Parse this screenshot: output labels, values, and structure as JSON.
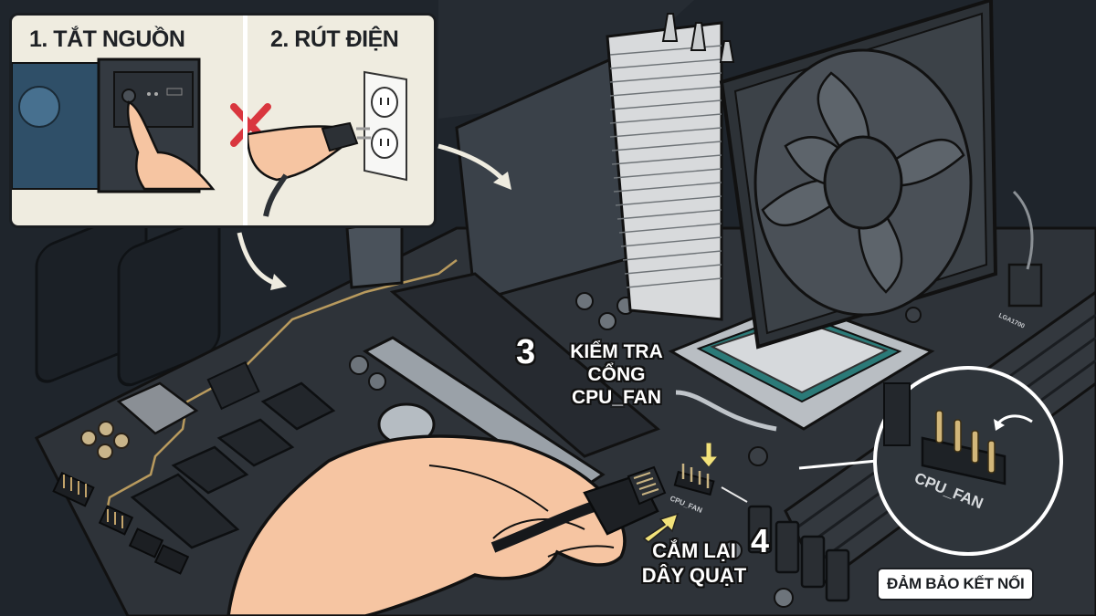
{
  "illustration": {
    "subject": "CPU fan reconnection guide",
    "colors": {
      "background": "#1f252c",
      "board": "#2e3339",
      "panel_bg": "#efece0",
      "skin": "#f6c5a2",
      "gold_trace": "#b89a5e",
      "highlight_arrow": "#f2e27a",
      "red_x": "#d9363e",
      "socket_teal": "#2b7a78"
    }
  },
  "steps_panel": {
    "step1": {
      "title": "1. TẮT NGUỒN",
      "icon": "power-button-press-icon"
    },
    "step2": {
      "title": "2. RÚT ĐIỆN",
      "icon": "unplug-power-cord-icon"
    },
    "separator_icon": "red-x-icon"
  },
  "callouts": {
    "step3": {
      "number": "3",
      "lines": [
        "KIỂM TRA",
        "CỔNG",
        "CPU_FAN"
      ]
    },
    "step4": {
      "number": "4",
      "lines": [
        "CẮM LẠI",
        "DÂY QUẠT"
      ]
    },
    "confirm_badge": "ĐẢM BẢO KẾT NỐI"
  },
  "board_labels": {
    "header_small": "CPU_FAN",
    "header_zoom": "CPU_FAN",
    "socket": "LGA1700"
  }
}
